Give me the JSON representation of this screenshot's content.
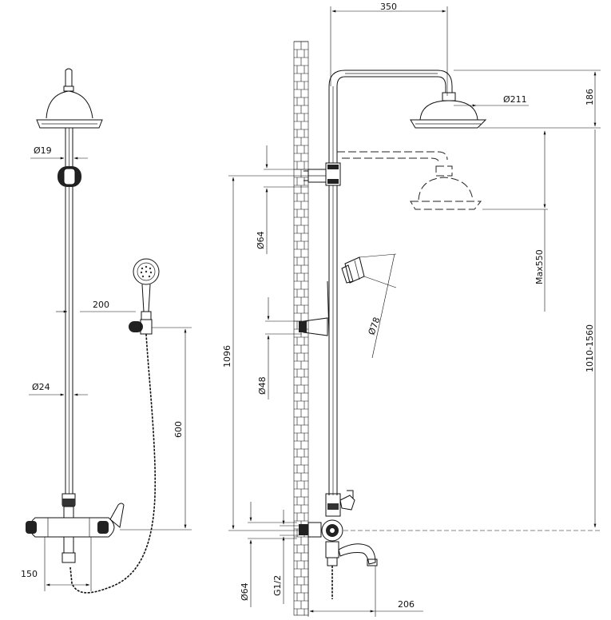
{
  "drawing": {
    "front_view": {
      "dims": {
        "pipe_dia": "Ø19",
        "column_dia": "Ø24",
        "hand_shower_offset": "200",
        "hose_height": "600",
        "spout_length": "150"
      }
    },
    "side_view": {
      "dims": {
        "top_width": "350",
        "head_height": "186",
        "head_dia": "Ø211",
        "max_adjust": "Max550",
        "height_range": "1010-1560",
        "total_height": "1096",
        "bracket_dia": "Ø64",
        "holder_dia": "Ø48",
        "hand_head_dia": "Ø78",
        "inlet_dia": "Ø64",
        "thread": "G1/2",
        "spout_reach": "206"
      }
    }
  }
}
